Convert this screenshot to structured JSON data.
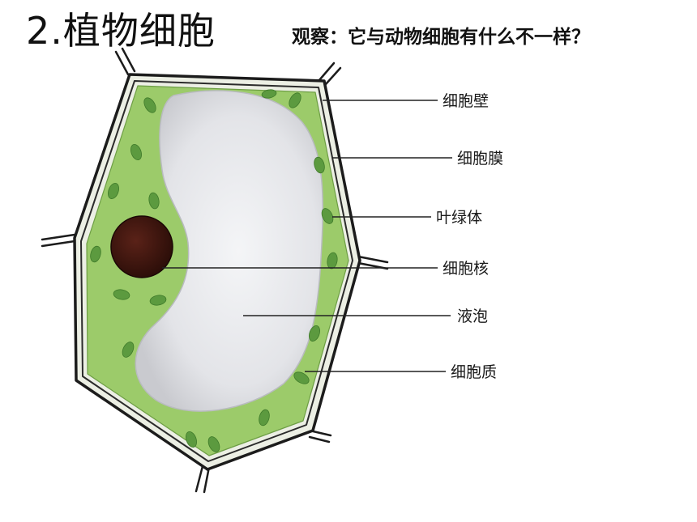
{
  "title": "2.植物细胞",
  "question": "观察：它与动物细胞有什么不一样？",
  "colors": {
    "wall_outline": "#1c1c1c",
    "wall_fill": "#ecefe4",
    "cytoplasm": "#9ccb6a",
    "chloroplast": "#5c9a3f",
    "nucleus": "#3a1410",
    "vacuole": "#e4e5e8",
    "leader_line": "#222222"
  },
  "labels": {
    "cell_wall": "细胞壁",
    "cell_membrane": "细胞膜",
    "chloroplast": "叶绿体",
    "nucleus": "细胞核",
    "vacuole": "液泡",
    "cytoplasm": "细胞质"
  }
}
